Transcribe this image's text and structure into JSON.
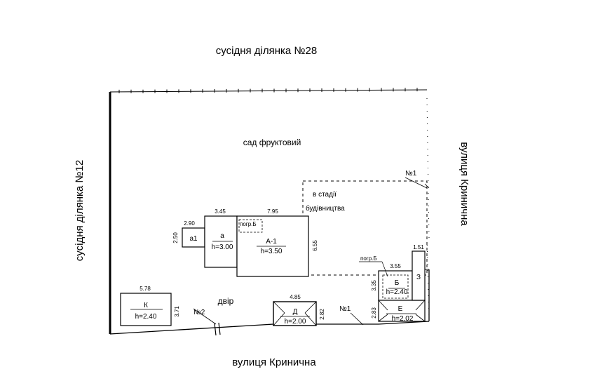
{
  "labels": {
    "neighbor_top": "сусідня ділянка №28",
    "neighbor_left": "сусідня ділянка №12",
    "street_right": "вулиця Кринична",
    "street_bottom": "вулиця Кринична",
    "garden": "сад фруктовий",
    "yard": "двір",
    "construction_line1": "в стадії",
    "construction_line2": "будівництва",
    "gate1_right": "№1",
    "gate1_bottom": "№1",
    "gate2": "№2",
    "cellar1": "погр.Б",
    "cellar2": "погр.Б"
  },
  "buildings": {
    "a1": {
      "name": "а1",
      "w": "2.90",
      "h": "2.50"
    },
    "a": {
      "name": "а",
      "height": "h=3.00",
      "w": "3.45"
    },
    "A1": {
      "name": "А-1",
      "height": "h=3.50",
      "w": "7.95",
      "d": "6.55"
    },
    "K": {
      "name": "К",
      "height": "h=2.40",
      "w": "5.78",
      "d": "3.71"
    },
    "D": {
      "name": "Д",
      "height": "h=2.00",
      "w": "4.85",
      "d": "2.82"
    },
    "B": {
      "name": "Б",
      "height": "h=2.40",
      "w": "3.55",
      "d": "3.35"
    },
    "E": {
      "name": "Е",
      "height": "h=2.02",
      "d": "2.83"
    },
    "Z": {
      "name": "З",
      "w": "1.51"
    }
  }
}
